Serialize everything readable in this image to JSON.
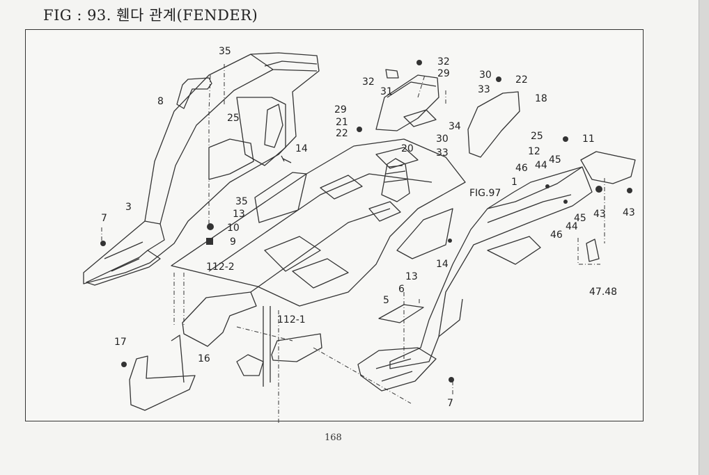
{
  "title": "FIG : 93. 휀다 관계(FENDER)",
  "page_number": "168",
  "callouts": {
    "c35a": "35",
    "c8": "8",
    "c25a": "25",
    "c35b": "35",
    "c3": "3",
    "c10": "10",
    "c9": "9",
    "c7a": "7",
    "c14a": "14",
    "c13a": "13",
    "c112_2": "112-2",
    "c112_1": "112-1",
    "c17": "17",
    "c16": "16",
    "c32a": "32",
    "c31": "31",
    "c29a": "29",
    "c21": "21",
    "c22a": "22",
    "c32b": "32",
    "c29b": "29",
    "c30a": "30",
    "c33a": "33",
    "c34": "34",
    "c30b": "30",
    "c33b": "33",
    "c20": "20",
    "c22b": "22",
    "c18": "18",
    "c25b": "25",
    "c11": "11",
    "c12": "12",
    "c45a": "45",
    "c46a": "46",
    "c44a": "44",
    "c1": "1",
    "c43a": "43",
    "c43b": "43",
    "c45b": "45",
    "c44b": "44",
    "c46b": "46",
    "cFIG97": "FIG.97",
    "c13b": "13",
    "c14b": "14",
    "c6": "6",
    "c5": "5",
    "c7b": "7",
    "c4748": "47.48"
  }
}
